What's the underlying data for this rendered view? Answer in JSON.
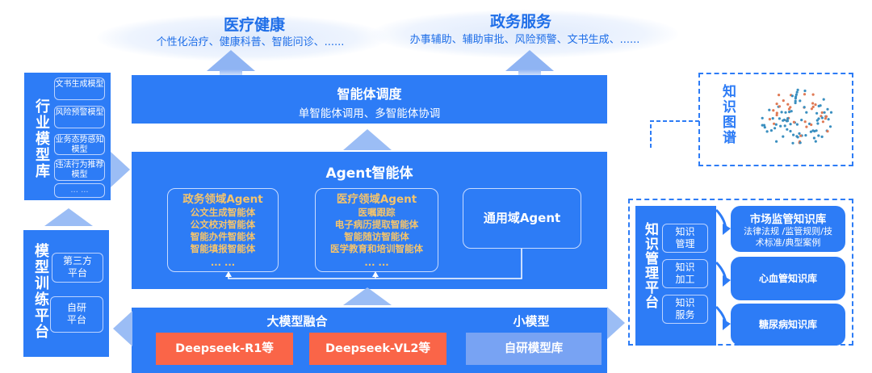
{
  "top": {
    "medical": {
      "title": "医疗健康",
      "subtitle": "个性化治疗、健康科普、智能问诊、......"
    },
    "government": {
      "title": "政务服务",
      "subtitle": "办事辅助、辅助审批、风险预警、文书生成、......"
    }
  },
  "dispatch": {
    "title": "智能体调度",
    "subtitle": "单智能体调用、多智能体协调"
  },
  "agent": {
    "title": "Agent智能体",
    "gov": {
      "title": "政务领域Agent",
      "items": [
        "公文生成智能体",
        "公文校对智能体",
        "智能办件智能体",
        "智能填报智能体",
        "... ..."
      ]
    },
    "med": {
      "title": "医疗领域Agent",
      "items": [
        "医嘱跟踪",
        "电子病历提取智能体",
        "智能随访智能体",
        "医学教育和培训智能体",
        "... ..."
      ]
    },
    "general": {
      "title": "通用域Agent"
    }
  },
  "models": {
    "fusion_title": "大模型融合",
    "small_title": "小模型",
    "r1": "Deepseek-R1等",
    "vl2": "Deepseek-VL2等",
    "own": "自研模型库"
  },
  "industry": {
    "title": "行业模型库",
    "items": [
      "文书生成模型",
      "风险预警模型",
      "业务态势感知模型",
      "违法行为推荐模型",
      "... ..."
    ]
  },
  "training": {
    "title": "模型训练平台",
    "items": [
      "第三方平台",
      "自研平台"
    ]
  },
  "kg": {
    "title": "知识图谱"
  },
  "km": {
    "title": "知识管理平台",
    "items": [
      "知识管理",
      "知识加工",
      "知识服务"
    ],
    "bases": [
      {
        "title": "市场监管知识库",
        "desc": "法律法规 /监管规则/技术标准/典型案例"
      },
      {
        "title": "心血管知识库"
      },
      {
        "title": "糖尿病知识库"
      }
    ]
  },
  "colors": {
    "blue": "#2d7cf6",
    "red": "#fa6548",
    "gold": "#f5c46b"
  }
}
